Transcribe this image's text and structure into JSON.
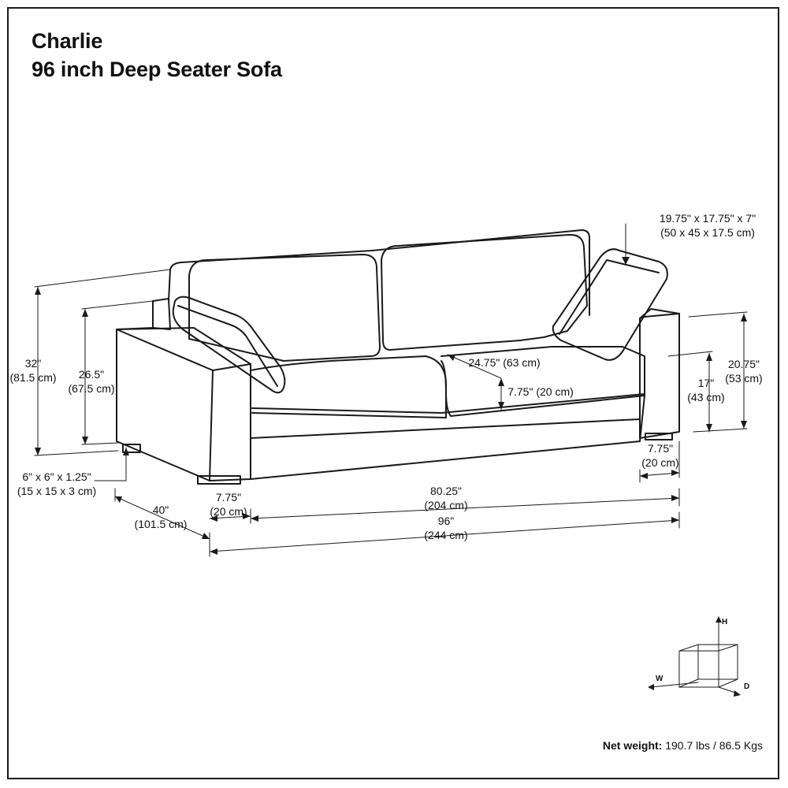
{
  "title": {
    "line1": "Charlie",
    "line2": "96 inch Deep Seater Sofa"
  },
  "dimensions": {
    "overall_height": {
      "imperial": "32\"",
      "metric": "(81.5 cm)"
    },
    "back_height": {
      "imperial": "26.5\"",
      "metric": "(67.5 cm)"
    },
    "leg_size": {
      "imperial": "6\" x 6\" x 1.25\"",
      "metric": "(15 x 15 x 3 cm)"
    },
    "depth": {
      "imperial": "40\"",
      "metric": "(101.5 cm)"
    },
    "arm_width_left": {
      "imperial": "7.75\"",
      "metric": "(20 cm)"
    },
    "inner_width": {
      "imperial": "80.25\"",
      "metric": "(204 cm)"
    },
    "overall_width": {
      "imperial": "96\"",
      "metric": "(244 cm)"
    },
    "arm_width_right": {
      "imperial": "7.75\"",
      "metric": "(20 cm)"
    },
    "seat_depth": {
      "text": "24.75\" (63 cm)"
    },
    "cushion_thickness": {
      "text": "7.75\" (20 cm)"
    },
    "seat_height": {
      "imperial": "17\"",
      "metric": "(43 cm)"
    },
    "arm_height": {
      "imperial": "20.75\"",
      "metric": "(53 cm)"
    },
    "pillow_size": {
      "imperial": "19.75\" x 17.75\" x 7\"",
      "metric": "(50 x 45 x 17.5 cm)"
    }
  },
  "axis_legend": {
    "h": "H",
    "w": "W",
    "d": "D"
  },
  "net_weight": {
    "label": "Net weight:",
    "value": "190.7 lbs / 86.5 Kgs"
  }
}
